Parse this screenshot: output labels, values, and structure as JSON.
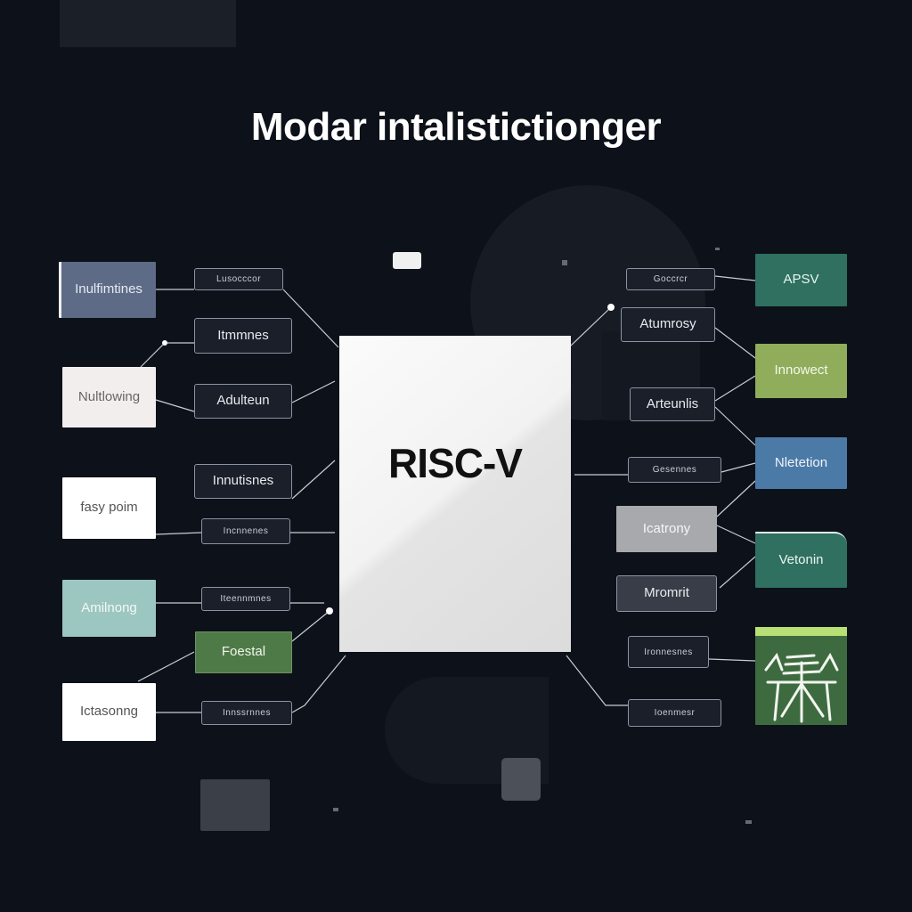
{
  "title": "Modar intalistictionger",
  "core": {
    "label": "RISC-V"
  },
  "colors": {
    "background": "#0d1119",
    "slate": "#5e6b86",
    "pale_pink": "#f3eeee",
    "white": "#ffffff",
    "mint": "#9cc7c0",
    "dark_gray": "#383d47",
    "olive_green": "#4e7a47",
    "teal_green": "#2f7060",
    "lime": "#8fad5a",
    "steel_blue": "#4c7aa6",
    "light_gray": "#a7a9ad"
  },
  "left_nodes": [
    {
      "label": "Inulfimtines",
      "color_key": "slate",
      "text": "#e7eaf2"
    },
    {
      "label": "Nultlowing",
      "color_key": "pale_pink",
      "text": "#666666"
    },
    {
      "label": "fasy poim",
      "color_key": "white",
      "text": "#555555"
    },
    {
      "label": "Amilnong",
      "color_key": "mint",
      "text": "#f4f8f7"
    },
    {
      "label": "Ictasonng",
      "color_key": "white",
      "text": "#555555"
    }
  ],
  "left_tags": [
    {
      "label": "Lusocccor",
      "style": "tiny"
    },
    {
      "label": "Itmmnes",
      "style": "outline"
    },
    {
      "label": "Adulteun",
      "style": "outline"
    },
    {
      "label": "Innutisnes",
      "style": "outline"
    },
    {
      "label": "Incnnenes",
      "style": "tiny"
    },
    {
      "label": "Iteennmnes",
      "style": "tiny"
    },
    {
      "label": "Foestal",
      "style": "green"
    },
    {
      "label": "Innssrnnes",
      "style": "tiny"
    }
  ],
  "right_nodes": [
    {
      "label": "APSV",
      "color_key": "teal_green",
      "text": "#eaf5f0"
    },
    {
      "label": "Innowect",
      "color_key": "lime",
      "text": "#f4f8ec"
    },
    {
      "label": "Nletetion",
      "color_key": "steel_blue",
      "text": "#eef4fb"
    },
    {
      "label": "Vetonin",
      "color_key": "teal_green",
      "text": "#eaf5f0"
    }
  ],
  "right_tags": [
    {
      "label": "Goccrcr",
      "style": "tiny"
    },
    {
      "label": "Atumrosy",
      "style": "outline"
    },
    {
      "label": "Arteunlis",
      "style": "outline"
    },
    {
      "label": "Gesennes",
      "style": "tiny"
    },
    {
      "label": "Icatrony",
      "style": "light"
    },
    {
      "label": "Mromrit",
      "style": "outline"
    },
    {
      "label": "Ironnesnes",
      "style": "tiny"
    },
    {
      "label": "Ioenmesr",
      "style": "tiny"
    }
  ],
  "icon_tile": {
    "icon": "grid-pattern-icon"
  }
}
